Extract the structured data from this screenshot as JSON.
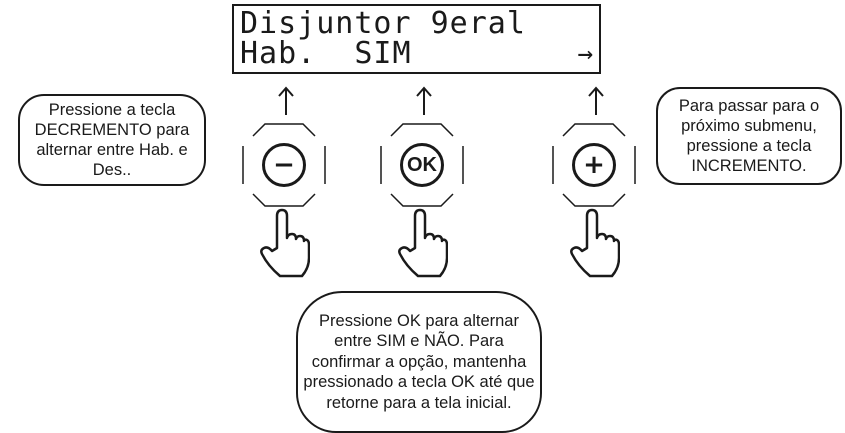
{
  "display": {
    "line1": "Disjuntor 9eral",
    "line2": "Hab.  SIM",
    "line2_indicator": "→"
  },
  "keys": [
    {
      "name": "decrement",
      "glyph": "−"
    },
    {
      "name": "ok",
      "glyph": "OK"
    },
    {
      "name": "increment",
      "glyph": "+"
    }
  ],
  "callouts": {
    "left": "Pressione a tecla DECREMENTO para alternar entre Hab. e Des..",
    "right": "Para passar para o próximo submenu, pressione a tecla INCREMENTO.",
    "bottom": "Pressione OK para alternar entre SIM e NÃO. Para confirmar a opção, mantenha pressionado  a tecla OK até que retorne para a tela inicial."
  },
  "icons": {
    "pointer": "hand-pointer-icon",
    "arrow": "arrow-up-icon"
  }
}
